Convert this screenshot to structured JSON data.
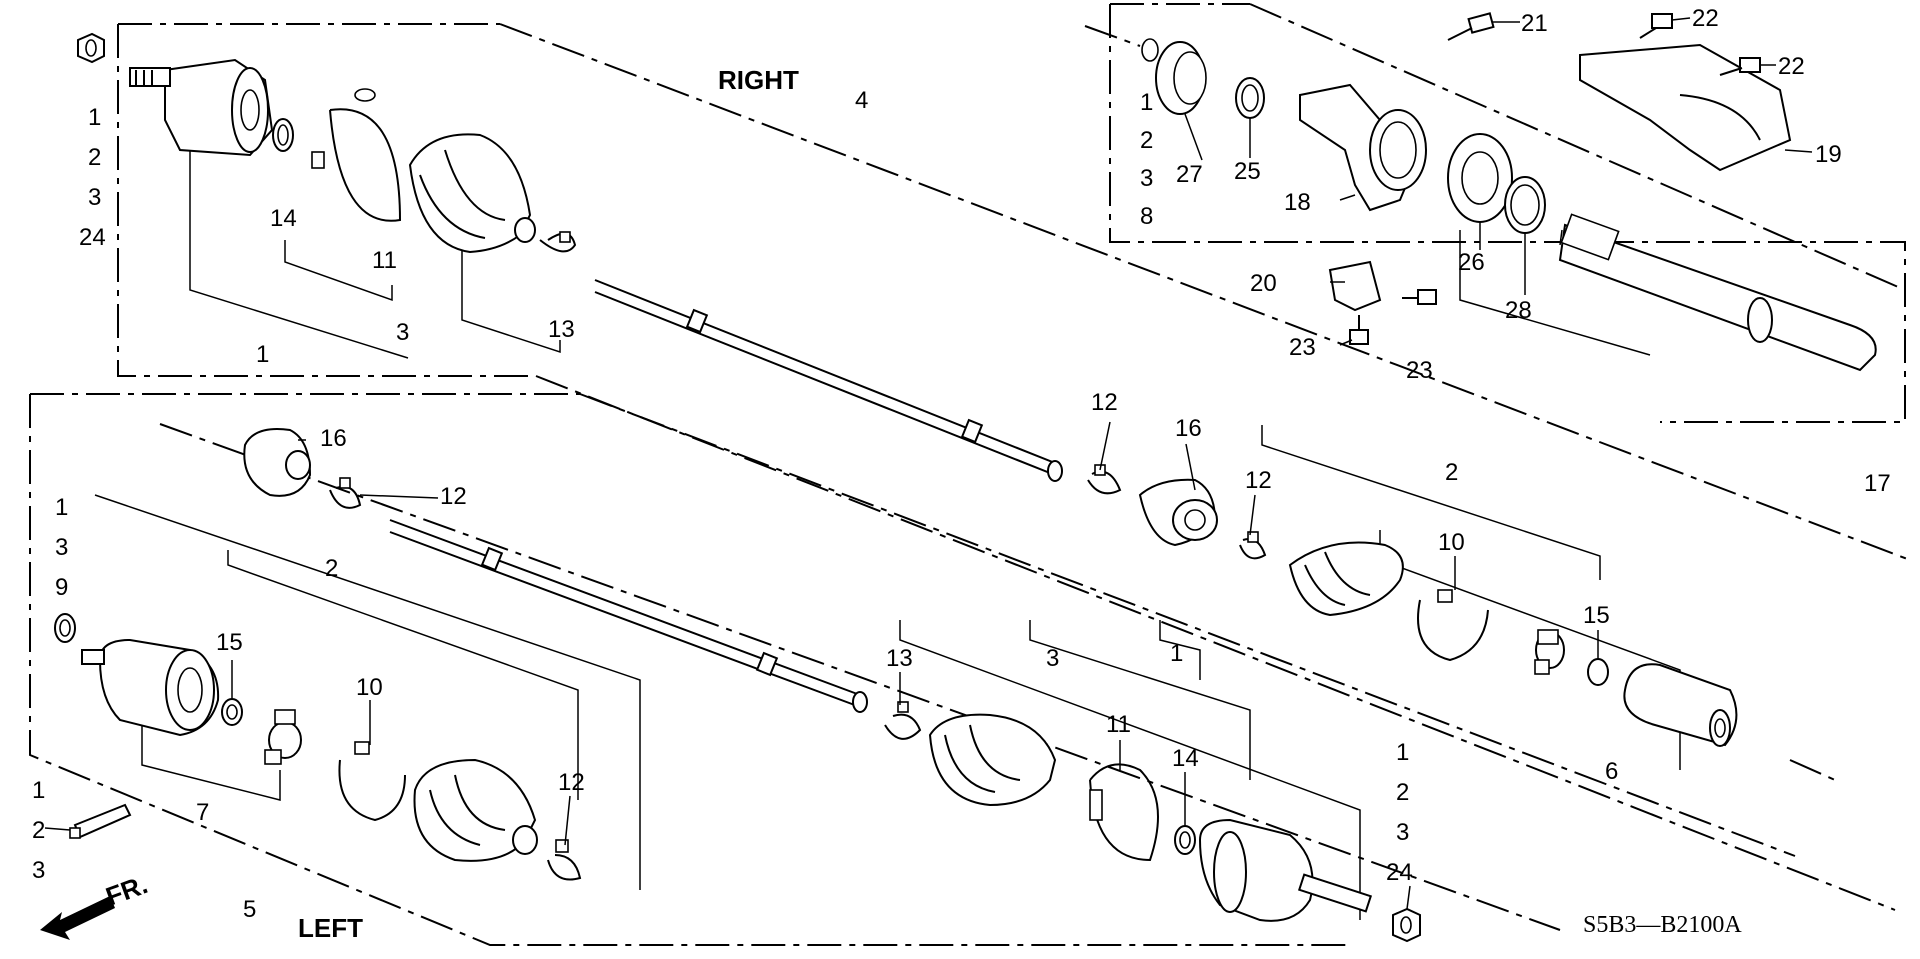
{
  "diagram": {
    "headings": {
      "right": "RIGHT",
      "left": "LEFT",
      "front": "FR."
    },
    "code": "S5B3—B2100A",
    "right_nut_list": [
      "1",
      "2",
      "3",
      "24"
    ],
    "bearing_list": [
      "1",
      "2",
      "3",
      "8"
    ],
    "left_tube_list": [
      "1",
      "2",
      "3"
    ],
    "left_nut_list": [
      "1",
      "2",
      "3",
      "24"
    ],
    "left_clip_list": [
      "1",
      "3",
      "9"
    ],
    "callouts": {
      "c1a": "1",
      "c3a": "3",
      "c4": "4",
      "c11a": "11",
      "c13a": "13",
      "c14a": "14",
      "c16a": "16",
      "c12a": "12",
      "c12b": "12",
      "c16b": "16",
      "c12c": "12",
      "c2a": "2",
      "c10a": "10",
      "c15a": "15",
      "c6": "6",
      "c17": "17",
      "c21": "21",
      "c22a": "22",
      "c22b": "22",
      "c19": "19",
      "c27": "27",
      "c25": "25",
      "c18": "18",
      "c26": "26",
      "c28": "28",
      "c20": "20",
      "c23a": "23",
      "c23b": "23",
      "c2b": "2",
      "c15b": "15",
      "c10b": "10",
      "c12d": "12",
      "c7": "7",
      "c5": "5",
      "c13b": "13",
      "c3b": "3",
      "c1b": "1",
      "c11b": "11",
      "c14b": "14"
    }
  }
}
